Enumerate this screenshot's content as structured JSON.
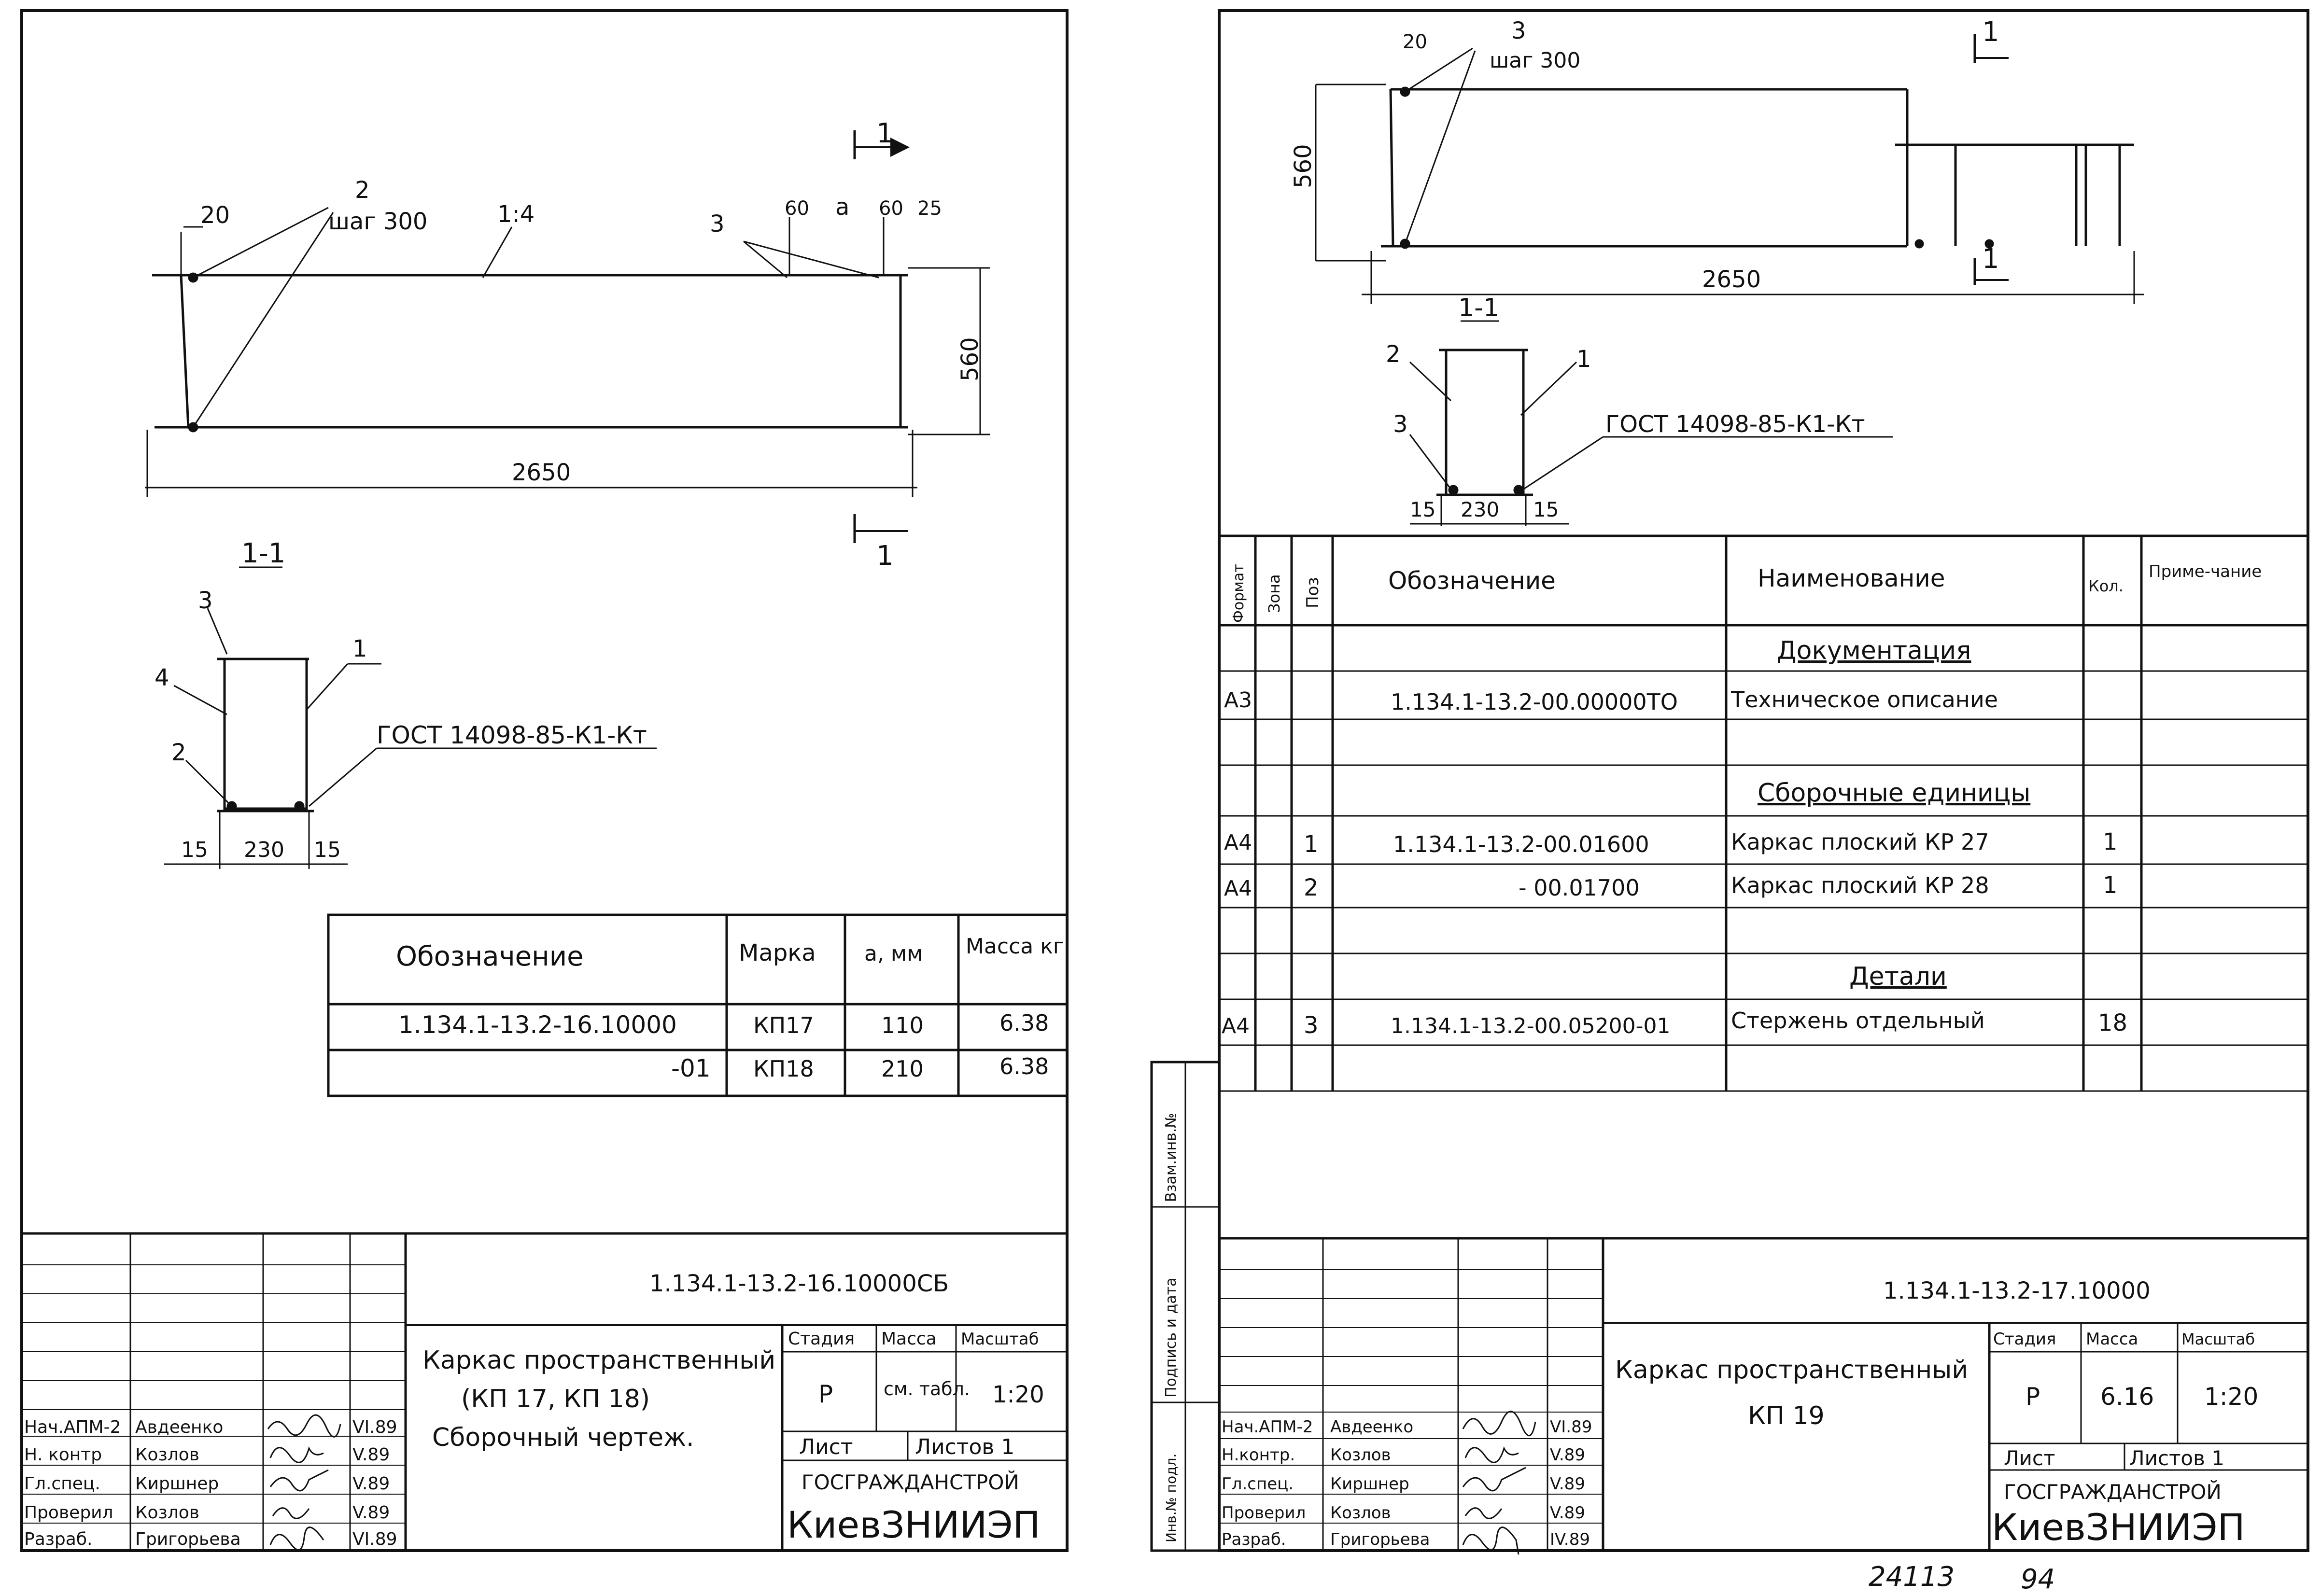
{
  "left_sheet": {
    "drawing": {
      "dim_20": "20",
      "callout_2": "2",
      "pitch": "шаг 300",
      "slope": "1:4",
      "callout_3": "3",
      "dim_60a": "60",
      "dim_a": "a",
      "dim_60b": "60",
      "dim_25": "25",
      "dim_560": "560",
      "dim_2650": "2650",
      "section_mark_top": "1",
      "section_mark_bottom": "1"
    },
    "section": {
      "title": "1-1",
      "callout_3": "3",
      "callout_4": "4",
      "callout_1": "1",
      "callout_2": "2",
      "weld_note": "ГОСТ 14098-85-К1-Кт",
      "dim_15a": "15",
      "dim_230": "230",
      "dim_15b": "15"
    },
    "mass_table": {
      "headers": [
        "Обозначение",
        "Марка",
        "a, мм",
        "Масса кг"
      ],
      "rows": [
        [
          "1.134.1-13.2-16.10000",
          "КП17",
          "110",
          "6.38"
        ],
        [
          "-01",
          "КП18",
          "210",
          "6.38"
        ]
      ]
    },
    "title_block": {
      "doc_code": "1.134.1-13.2-16.10000СБ",
      "name_line1": "Каркас пространственный",
      "name_line2": "(КП 17, КП 18)",
      "name_line3": "Сборочный чертеж.",
      "stage_label": "Стадия",
      "mass_label": "Масса",
      "scale_label": "Масштаб",
      "stage": "Р",
      "mass": "см. табл.",
      "scale": "1:20",
      "sheet_label": "Лист",
      "sheets_label": "Листов 1",
      "org1": "ГОСГРАЖДАНСТРОЙ",
      "org2": "КиевЗНИИЭП",
      "staff": [
        {
          "role": "Нач.АПМ-2",
          "name": "Авдеенко",
          "date": "VI.89"
        },
        {
          "role": "Н. контр",
          "name": "Козлов",
          "date": "V.89"
        },
        {
          "role": "Гл.спец.",
          "name": "Киршнер",
          "date": "V.89"
        },
        {
          "role": "Проверил",
          "name": "Козлов",
          "date": "V.89"
        },
        {
          "role": "Разраб.",
          "name": "Григорьева",
          "date": "VI.89"
        }
      ]
    }
  },
  "right_sheet": {
    "drawing": {
      "dim_20": "20",
      "callout_3": "3",
      "pitch": "шаг 300",
      "dim_560": "560",
      "dim_2650": "2650",
      "section_mark_top": "1",
      "section_mark_bottom": "1"
    },
    "section": {
      "title": "1-1",
      "callout_2": "2",
      "callout_1": "1",
      "callout_3": "3",
      "weld_note": "ГОСТ 14098-85-К1-Кт",
      "dim_15a": "15",
      "dim_230": "230",
      "dim_15b": "15"
    },
    "spec_table": {
      "headers": [
        "Формат",
        "Зона",
        "Поз",
        "Обозначение",
        "Наименование",
        "Кол.",
        "Приме-чание"
      ],
      "rows": [
        {
          "format": "",
          "zone": "",
          "pos": "",
          "designation": "",
          "name": "Документация",
          "qty": "",
          "section": true
        },
        {
          "format": "А3",
          "zone": "",
          "pos": "",
          "designation": "1.134.1-13.2-00.00000ТО",
          "name": "Техническое описание",
          "qty": "",
          "section": false
        },
        {
          "format": "",
          "zone": "",
          "pos": "",
          "designation": "",
          "name": "",
          "qty": "",
          "section": false
        },
        {
          "format": "",
          "zone": "",
          "pos": "",
          "designation": "",
          "name": "Сборочные единицы",
          "qty": "",
          "section": true
        },
        {
          "format": "А4",
          "zone": "",
          "pos": "1",
          "designation": "1.134.1-13.2-00.01600",
          "name": "Каркас плоский КР 27",
          "qty": "1",
          "section": false
        },
        {
          "format": "А4",
          "zone": "",
          "pos": "2",
          "designation": "- 00.01700",
          "name": "Каркас плоский КР 28",
          "qty": "1",
          "section": false
        },
        {
          "format": "",
          "zone": "",
          "pos": "",
          "designation": "",
          "name": "",
          "qty": "",
          "section": false
        },
        {
          "format": "",
          "zone": "",
          "pos": "",
          "designation": "",
          "name": "Детали",
          "qty": "",
          "section": true
        },
        {
          "format": "А4",
          "zone": "",
          "pos": "3",
          "designation": "1.134.1-13.2-00.05200-01",
          "name": "Стержень отдельный",
          "qty": "18",
          "section": false
        },
        {
          "format": "",
          "zone": "",
          "pos": "",
          "designation": "",
          "name": "",
          "qty": "",
          "section": false
        }
      ]
    },
    "side_labels": [
      "Взам.инв.№",
      "Подпись и дата",
      "Инв.№ подл."
    ],
    "title_block": {
      "doc_code": "1.134.1-13.2-17.10000",
      "name_line1": "Каркас пространственный",
      "name_line2": "КП 19",
      "stage_label": "Стадия",
      "mass_label": "Масса",
      "scale_label": "Масштаб",
      "stage": "Р",
      "mass": "6.16",
      "scale": "1:20",
      "sheet_label": "Лист",
      "sheets_label": "Листов 1",
      "org1": "ГОСГРАЖДАНСТРОЙ",
      "org2": "КиевЗНИИЭП",
      "staff": [
        {
          "role": "Нач.АПМ-2",
          "name": "Авдеенко",
          "date": "VI.89"
        },
        {
          "role": "Н.контр.",
          "name": "Козлов",
          "date": "V.89"
        },
        {
          "role": "Гл.спец.",
          "name": "Киршнер",
          "date": "V.89"
        },
        {
          "role": "Проверил",
          "name": "Козлов",
          "date": "V.89"
        },
        {
          "role": "Разраб.",
          "name": "Григорьева",
          "date": "IV.89"
        }
      ]
    },
    "footer_number_1": "24113",
    "footer_number_2": "94"
  }
}
